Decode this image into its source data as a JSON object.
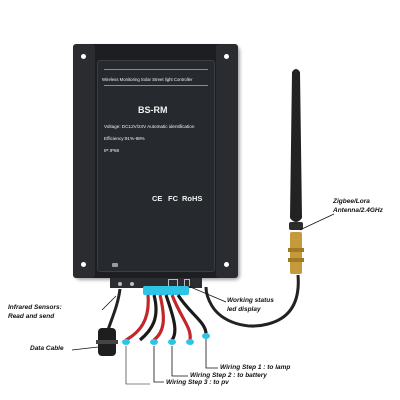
{
  "device": {
    "header_title": "Wireless Monitoring Solar Street light Controller",
    "model": "BS-RM",
    "voltage": "Voltage: DC12V/24V Automatic identification",
    "efficiency": "Efficiency:91%-98%",
    "ip_rating": "IP:IP68",
    "cert_ce": "CE",
    "cert_fc": "FC",
    "cert_rohs": "RoHS"
  },
  "labels": {
    "antenna_line1": "Zigbee/Lora",
    "antenna_line2": "Antenna/2.4GHz",
    "infrared_line1": "Infrared Sensors:",
    "infrared_line2": "Read and send",
    "status_line1": "Working status",
    "status_line2": "led display",
    "data_cable": "Data Cable",
    "wiring_1": "Wiring Step 1 : to lamp",
    "wiring_2": "Wiring Step 2 : to battery",
    "wiring_3": "Wiring Step 3 : to pv"
  },
  "colors": {
    "housing": "#1c1e21",
    "wire_red": "#c0282c",
    "wire_black": "#1a1a1a",
    "terminal_cyan": "#2ec4e6",
    "antenna": "#222222",
    "connector_brass": "#c49a3a"
  }
}
